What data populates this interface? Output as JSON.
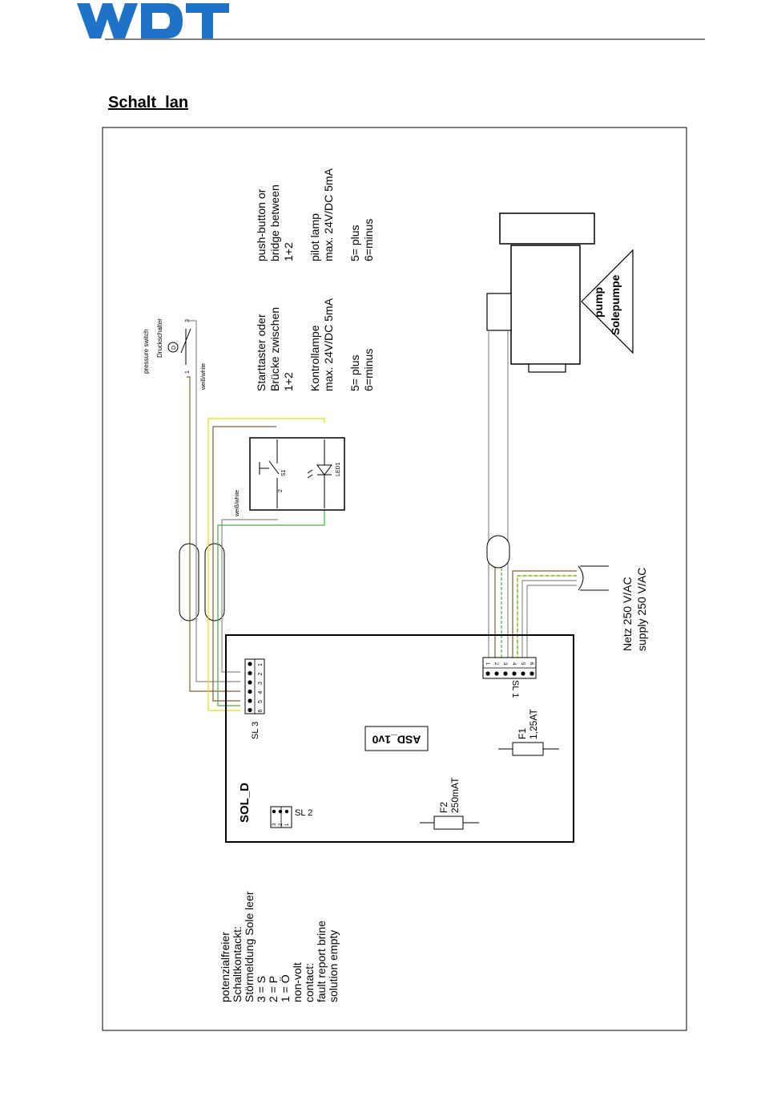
{
  "header": {
    "logo_text": "WDT",
    "logo_color": "#1e73c8"
  },
  "page_title": "Schalt  lan",
  "colors": {
    "wire_brown": "#8b5a2b",
    "wire_grey": "#8c8c8c",
    "wire_yellow": "#e8e000",
    "wire_green": "#3cb83c"
  },
  "diagram": {
    "pressure_switch": {
      "label_en": "pressure switch",
      "label_de": "Druckschalter",
      "symbol": "D",
      "pin_1": "1",
      "pin_3": "3",
      "wire_label": "weiß/white"
    },
    "switch_box": {
      "s1": "S1",
      "led": "LED1",
      "pin_2": "2",
      "wire_label": "weiß/white"
    },
    "notes_de": {
      "start": [
        "Starttaster oder",
        "Brücke zwischen",
        "1+2"
      ],
      "lamp": [
        "Kontrollampe",
        "max. 24V/DC 5mA"
      ],
      "polarity": [
        "5= plus",
        "6=minus"
      ]
    },
    "notes_en": {
      "start": [
        "push-button or",
        "bridge between",
        "1+2"
      ],
      "lamp": [
        "pilot lamp",
        "max. 24V/DC 5mA"
      ],
      "polarity": [
        "5= plus",
        "6=minus"
      ]
    },
    "pump": {
      "label_en": "pump",
      "label_de": "Solepumpe"
    },
    "mains": {
      "line1": "Netz 250 V/AC",
      "line2": "supply 250 V/AC"
    },
    "board": {
      "name": "SOL_D",
      "pcb_label": "ASD_1v0",
      "sl3": "SL 3",
      "sl3_pins": [
        "1",
        "2",
        "3",
        "4",
        "5",
        "6"
      ],
      "sl1": "SL 1",
      "sl1_pins": [
        "1",
        "2",
        "3",
        "4",
        "5",
        "6"
      ],
      "sl2": "SL 2",
      "sl2_pins": [
        "1",
        "2",
        "3"
      ],
      "f1": "F1",
      "f1_value": "1,25AT",
      "f2": "F2",
      "f2_value": "250mAT"
    },
    "fault_contact": [
      "potenzialfreier",
      "Schaltkontackt:",
      "Störmeldung Sole leer",
      "3 = S",
      "2 = P",
      "1 = Ö",
      "non-volt",
      "contact:",
      "fault report brine",
      "solution empty"
    ]
  }
}
